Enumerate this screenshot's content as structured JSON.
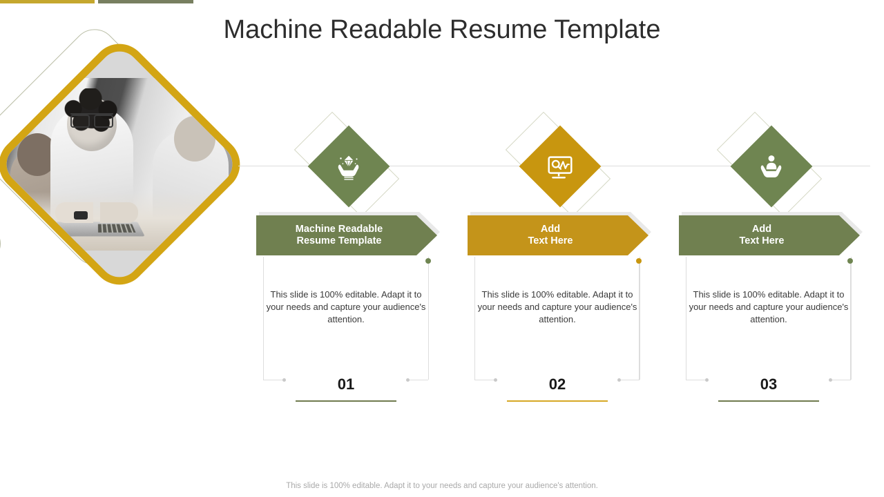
{
  "slide": {
    "title": "Machine Readable Resume Template",
    "footer_note": "This slide is 100% editable. Adapt it to your needs and capture your audience's attention."
  },
  "theme": {
    "gold": "#C5A72E",
    "green": "#787F60",
    "icon_green": "#6F8551",
    "icon_gold": "#C8960F",
    "ribbon_green": "#708050",
    "ribbon_gold": "#C4941A",
    "photo_border_gold": "#D3A514"
  },
  "topbars": {
    "left_bar_color": "#C5A72E",
    "right_bar_color": "#787F60"
  },
  "hero_image": {
    "alt": "Two colleagues working together on a laptop",
    "shape": "rounded-diamond",
    "border_color": "#D3A514"
  },
  "icons": [
    {
      "name": "hands-holding-diamond-icon",
      "color": "#6F8551"
    },
    {
      "name": "monitor-analytics-search-icon",
      "color": "#C8960F"
    },
    {
      "name": "hands-holding-person-icon",
      "color": "#6F8551"
    }
  ],
  "cards": [
    {
      "ribbon_label_line1": "Machine Readable",
      "ribbon_label_line2": "Resume Template",
      "ribbon_color": "#708050",
      "body": "This slide is 100% editable. Adapt it to your needs and capture your audience's attention.",
      "number": "01",
      "rule_color": "#6F7A4E",
      "dot_color": "#6F8551"
    },
    {
      "ribbon_label_line1": "Add",
      "ribbon_label_line2": "Text Here",
      "ribbon_color": "#C4941A",
      "body": "This slide is 100% editable. Adapt it to your needs and capture your audience's attention.",
      "number": "02",
      "rule_color": "#D6A824",
      "dot_color": "#C8960F"
    },
    {
      "ribbon_label_line1": "Add",
      "ribbon_label_line2": "Text Here",
      "ribbon_color": "#708050",
      "body": "This slide is 100% editable. Adapt it to your needs and capture your audience's attention.",
      "number": "03",
      "rule_color": "#6F7A4E",
      "dot_color": "#6F8551"
    }
  ]
}
